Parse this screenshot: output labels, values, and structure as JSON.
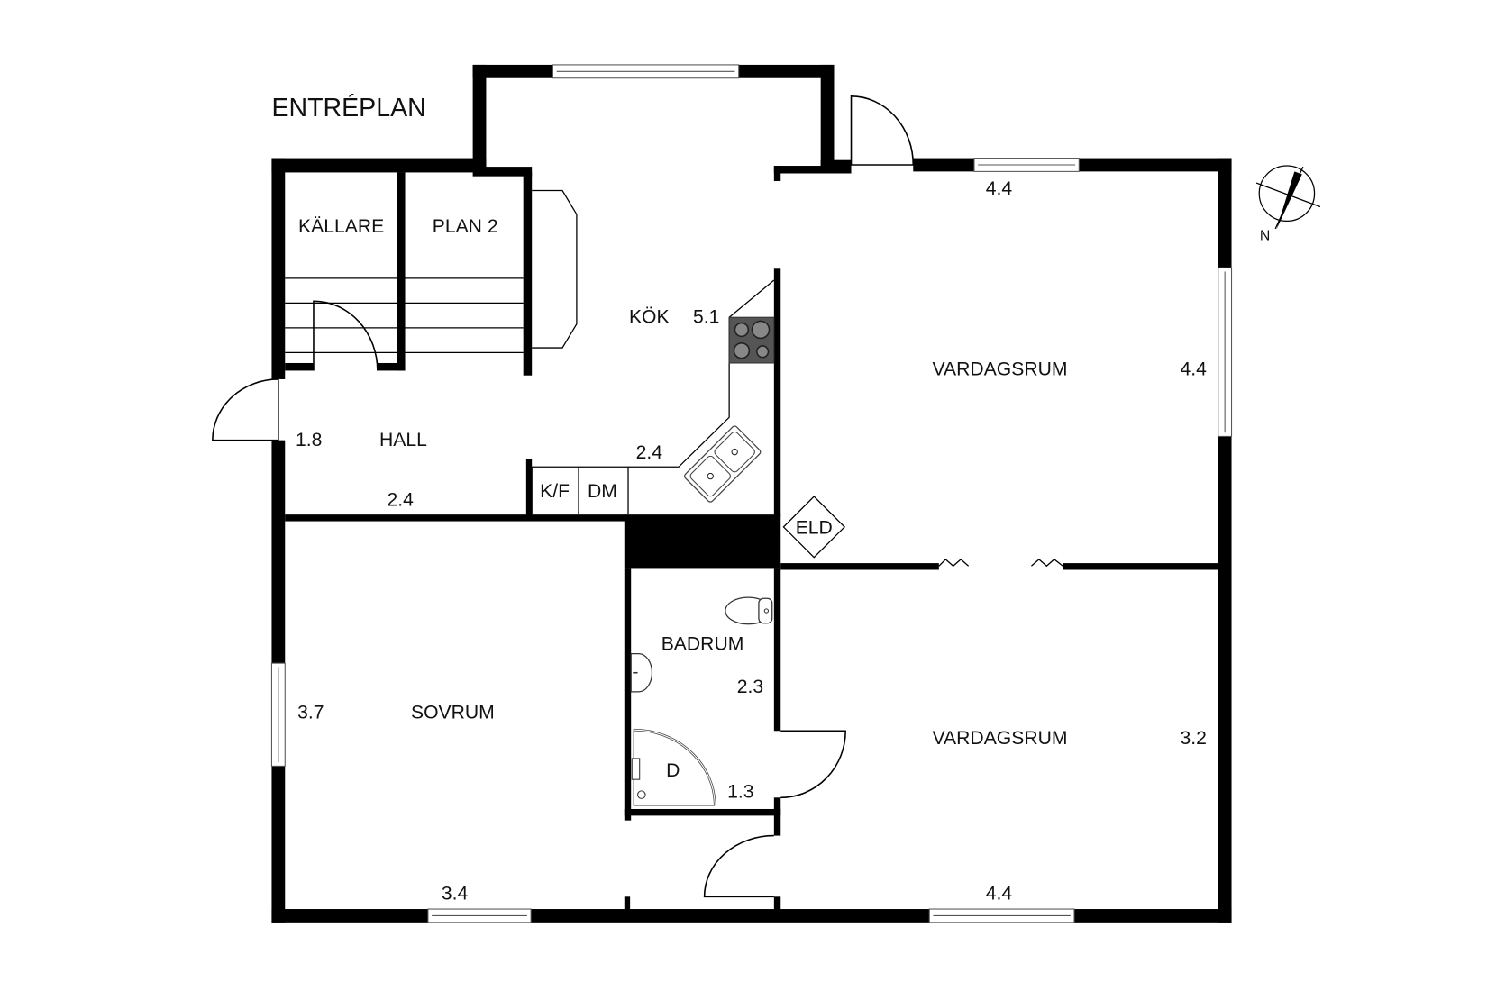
{
  "plan": {
    "title": "ENTRÉPLAN",
    "compass_label": "N"
  },
  "rooms": {
    "kallare": {
      "name": "KÄLLARE"
    },
    "plan2": {
      "name": "PLAN 2"
    },
    "kok": {
      "name": "KÖK",
      "dim_a": "5.1",
      "dim_b": "2.4"
    },
    "hall": {
      "name": "HALL",
      "dim_a": "1.8",
      "dim_b": "2.4"
    },
    "vardagsrum_upper": {
      "name": "VARDAGSRUM",
      "dim_top": "4.4",
      "dim_right": "4.4"
    },
    "vardagsrum_lower": {
      "name": "VARDAGSRUM",
      "dim_right": "3.2",
      "dim_bottom": "4.4"
    },
    "sovrum": {
      "name": "SOVRUM",
      "dim_left": "3.7",
      "dim_bottom": "3.4"
    },
    "badrum": {
      "name": "BADRUM",
      "dim_a": "2.3",
      "dim_b": "1.3",
      "shower_label": "D"
    }
  },
  "fixtures": {
    "fridge_freezer": "K/F",
    "dishwasher": "DM",
    "fireplace": "ELD"
  },
  "colors": {
    "wall": "#000000",
    "background": "#ffffff",
    "stove": "#555555",
    "burner": "#888888"
  }
}
